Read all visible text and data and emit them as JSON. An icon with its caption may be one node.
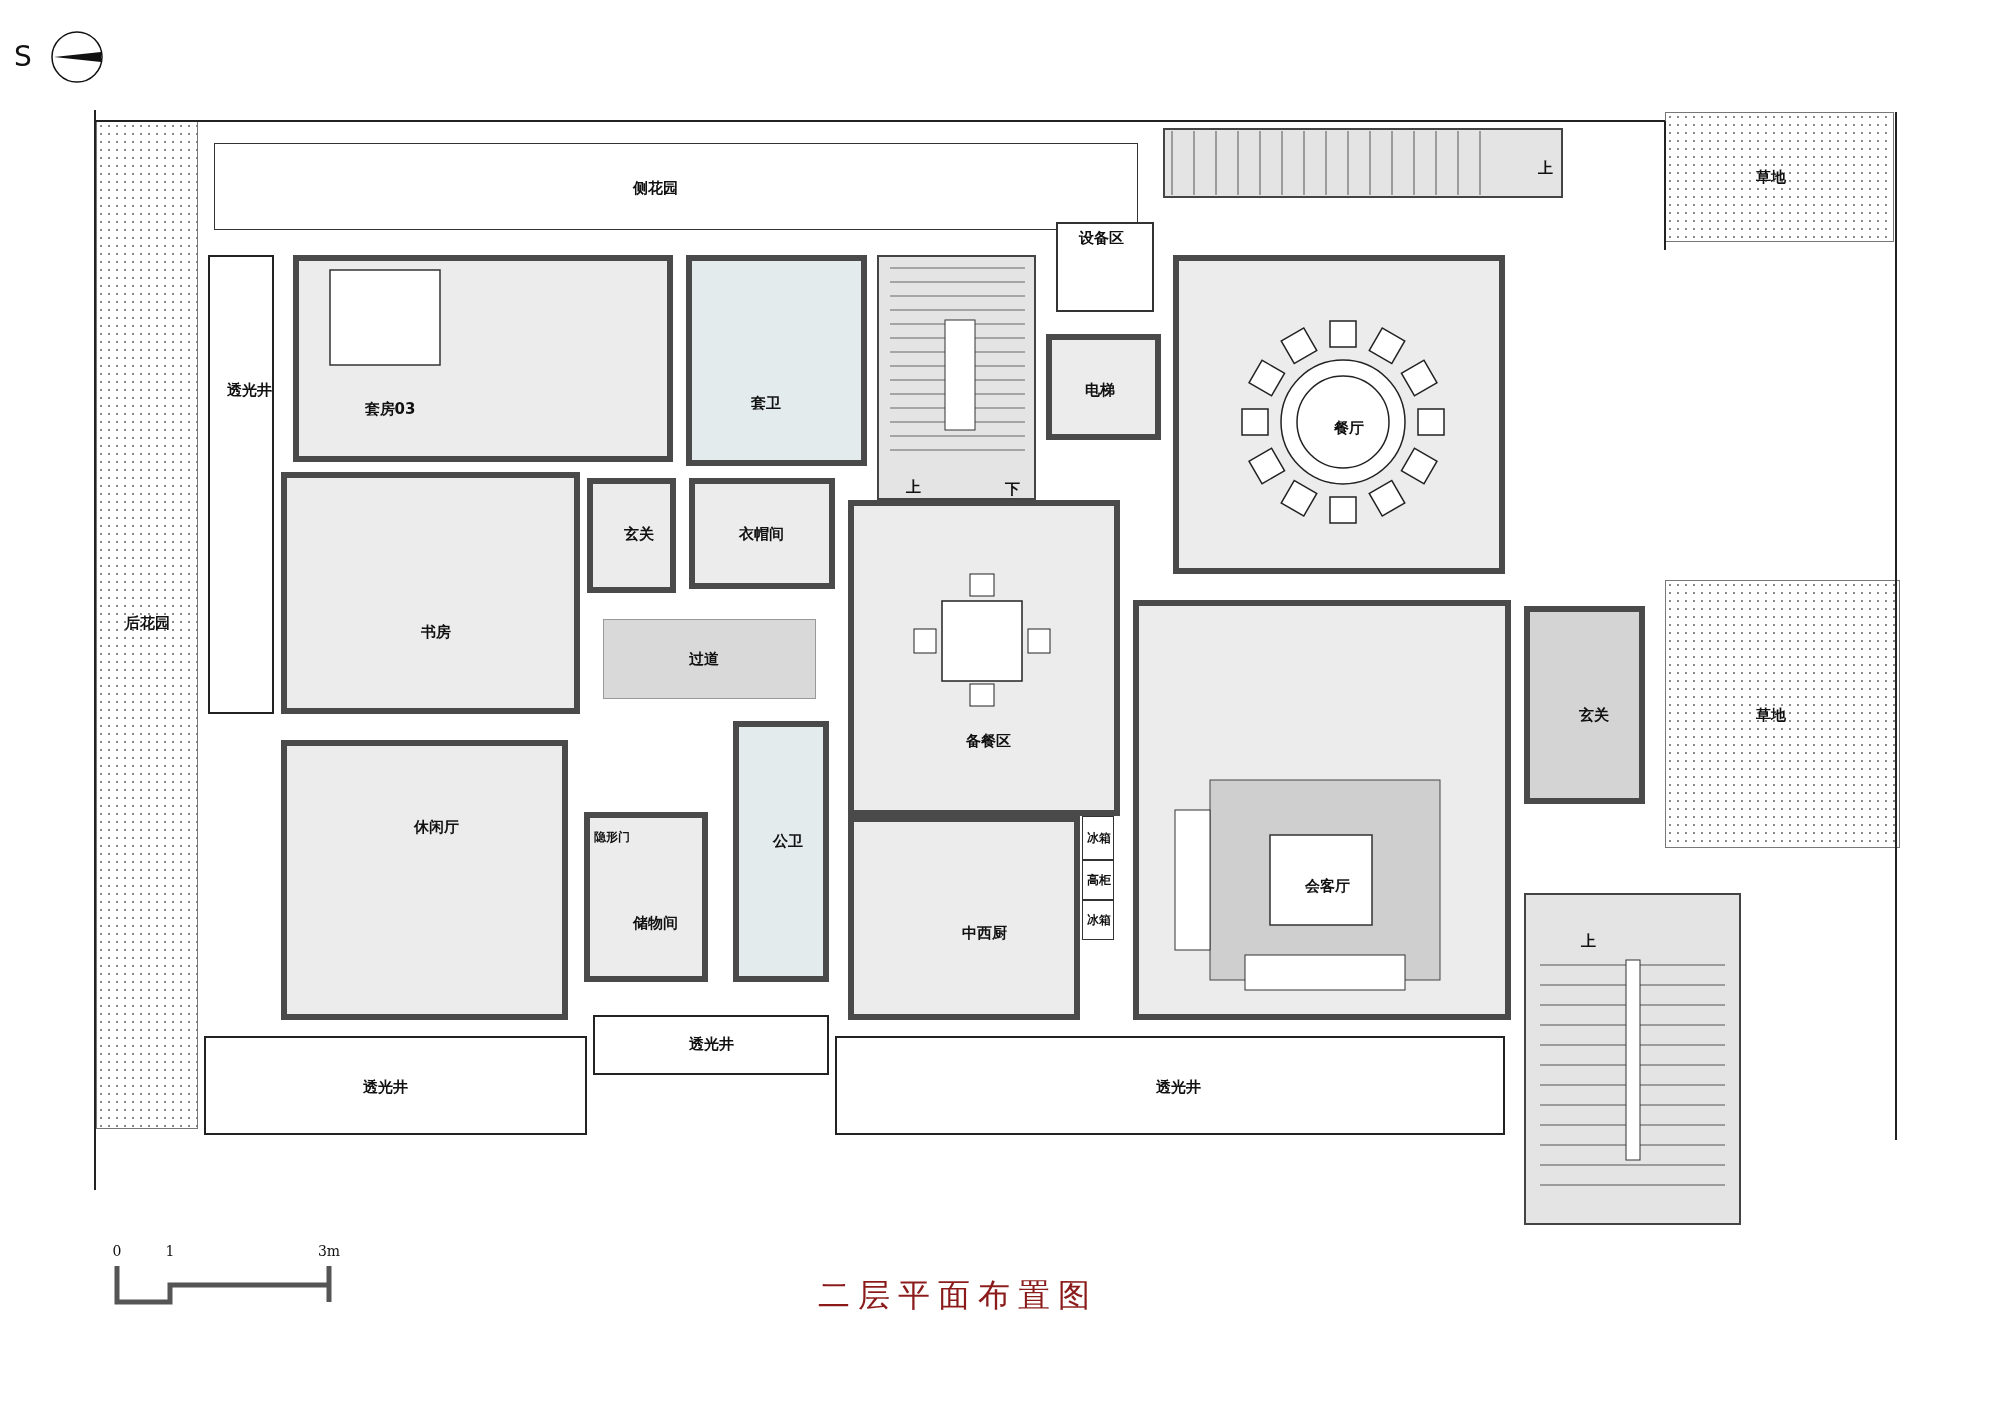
{
  "diagram": {
    "title": "二层平面布置图",
    "nodes": [
      {
        "text": [
          "侧花园"
        ]
      },
      {
        "text": [
          "上"
        ]
      },
      {
        "text": [
          "草地"
        ]
      },
      {
        "text": [
          "设备区"
        ]
      },
      {
        "text": [
          "套房03"
        ]
      },
      {
        "text": [
          "套卫"
        ]
      },
      {
        "text": [
          "上",
          "下"
        ]
      },
      {
        "text": [
          "电梯"
        ]
      },
      {
        "text": [
          "餐厅"
        ]
      },
      {
        "text": [
          "透光井"
        ]
      },
      {
        "text": [
          "玄关"
        ]
      },
      {
        "text": [
          "衣帽间"
        ]
      },
      {
        "text": [
          "书房"
        ]
      },
      {
        "text": [
          "后花园"
        ]
      },
      {
        "text": [
          "过道"
        ]
      },
      {
        "text": [
          "备餐区"
        ]
      },
      {
        "text": [
          "会客厅"
        ]
      },
      {
        "text": [
          "玄关"
        ]
      },
      {
        "text": [
          "草地"
        ]
      },
      {
        "text": [
          "休闲厅"
        ]
      },
      {
        "text": [
          "储物间"
        ]
      },
      {
        "text": [
          "公卫"
        ]
      },
      {
        "text": [
          "中西厨"
        ]
      },
      {
        "text": [
          "冰箱"
        ]
      },
      {
        "text": [
          "高柜"
        ]
      },
      {
        "text": [
          "冰箱"
        ]
      },
      {
        "text": [
          "上"
        ]
      },
      {
        "text": [
          "透光井"
        ]
      },
      {
        "text": [
          "透光井"
        ]
      },
      {
        "text": [
          "透光井"
        ]
      }
    ],
    "labels": [
      "S",
      "隐形门",
      "0",
      "1",
      "3m"
    ]
  }
}
